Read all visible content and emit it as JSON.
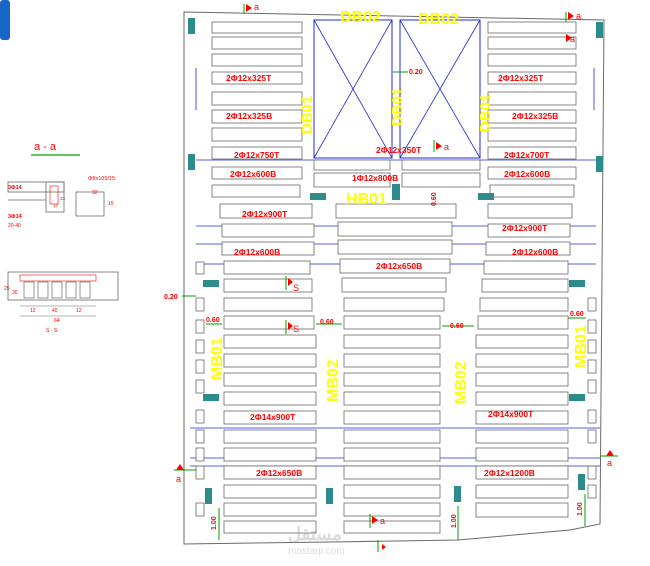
{
  "colors": {
    "outline": "#6a6a6a",
    "beam_fill": "#ffffff",
    "label_red": "#ff0000",
    "label_yellow": "#ffff00",
    "column_teal": "#2e8b8b",
    "grid_blue": "#1f2bd6",
    "marker_green": "#00a000",
    "corner_blue": "#1666c8"
  },
  "section_title": "a  -  a",
  "section_notes": {
    "bar_top": "3Φ14",
    "bar_bottom": "3Φ14",
    "stirrup": "Φ8x105/15",
    "width": "20-40",
    "dim_17": "17",
    "dim_23": "23",
    "dim_32": "32",
    "dim_15": "15",
    "dim_12a": "12",
    "dim_40": "40",
    "dim_12b": "12",
    "dim_64": "64",
    "dim_25": "25",
    "dim_30": "30",
    "s_s": "S - S"
  },
  "beam_labels": {
    "db02_left": "DB02",
    "db02_right": "DB02",
    "db01_left": "DB01",
    "db01_mid": "DB01",
    "db01_right": "DB01",
    "hb01": "HB01",
    "mb01_left": "MB01",
    "mb02_left": "MB02",
    "mb02_right": "MB02",
    "mb01_right": "MB01"
  },
  "rebar_labels": {
    "r1_left": "2Φ12x325T",
    "r1_right": "2Φ12x325T",
    "r2_left": "2Φ12x325B",
    "r2_right": "2Φ12x325B",
    "r3_mid": "2Φ12x350T",
    "r4_left": "2Φ12x750T",
    "r4_right": "2Φ12x700T",
    "r5_left": "2Φ12x600B",
    "r5_mid": "1Φ12x800B",
    "r5_right": "2Φ12x600B",
    "r6_left": "2Φ12x900T",
    "r6_right": "2Φ12x900T",
    "r7_left": "2Φ12x600B",
    "r7_mid": "2Φ12x650B",
    "r7_right": "2Φ12x600B",
    "r8_left": "2Φ14x900T",
    "r8_right": "2Φ14x900T",
    "r9_left": "2Φ12x650B",
    "r9_right": "2Φ12x1200B"
  },
  "level_labels": {
    "l_020_top": "0.20",
    "l_020_left": "0.20",
    "l_060_mid": "0.60",
    "l_060_a": "0.60",
    "l_060_b": "0.60",
    "l_060_c": "0.60",
    "l_060_d": "0.60",
    "l_100_a": "1.00",
    "l_100_b": "1.00",
    "l_100_c": "1.00"
  },
  "section_marks": {
    "a_top1": "a",
    "a_top2": "a",
    "a_top3": "a",
    "a_mid": "a",
    "a_left": "a",
    "a_right": "a",
    "a_bot": "a",
    "s1": "S",
    "s2": "S"
  },
  "watermark": {
    "logo": "مستقل",
    "site": "mostaqi.com"
  }
}
